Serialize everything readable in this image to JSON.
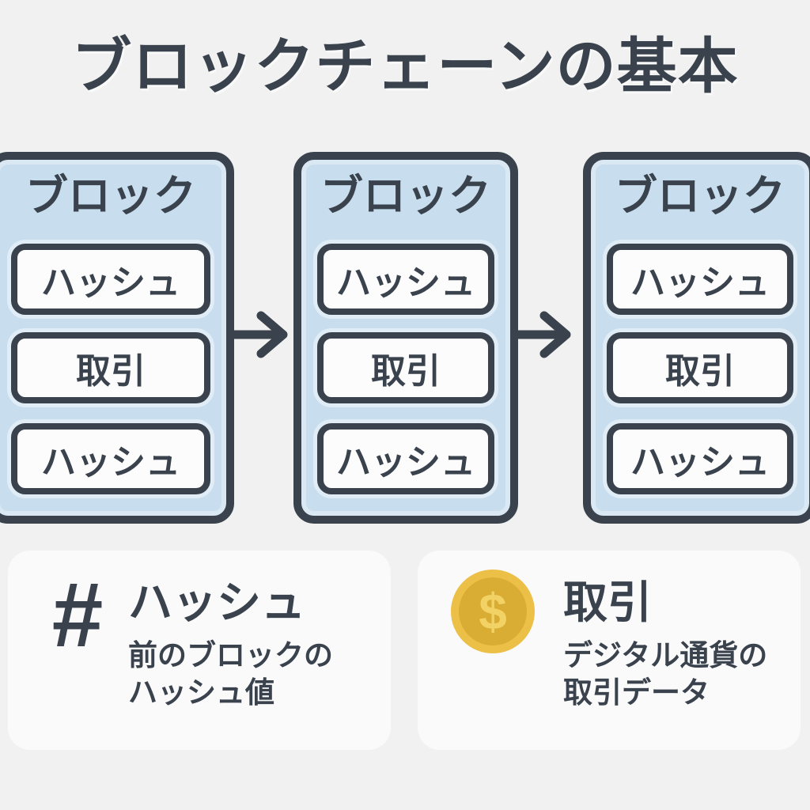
{
  "title": "ブロックチェーンの基本",
  "colors": {
    "background": "#f0f1f0",
    "dark": "#3a434d",
    "block_fill": "#c8deee",
    "slot_fill": "#fcfcfc",
    "card_fill": "#fafafa",
    "coin_ring": "#ecbf47",
    "coin_inner": "#d9ac34",
    "coin_symbol": "#f2d264"
  },
  "blocks": [
    {
      "title": "ブロック",
      "slots": [
        "ハッシュ",
        "取引",
        "ハッシュ"
      ]
    },
    {
      "title": "ブロック",
      "slots": [
        "ハッシュ",
        "取引",
        "ハッシュ"
      ]
    },
    {
      "title": "ブロック",
      "slots": [
        "ハッシュ",
        "取引",
        "ハッシュ"
      ]
    }
  ],
  "icons": {
    "chain_arrow": "arrow-right",
    "hash": "hash-sign",
    "transaction": "dollar-coin"
  },
  "legend": [
    {
      "icon": "#",
      "heading": "ハッシュ",
      "description_line1": "前のブロックの",
      "description_line2": "ハッシュ値"
    },
    {
      "icon": "$",
      "heading": "取引",
      "description_line1": "デジタル通貨の",
      "description_line2": "取引データ"
    }
  ]
}
